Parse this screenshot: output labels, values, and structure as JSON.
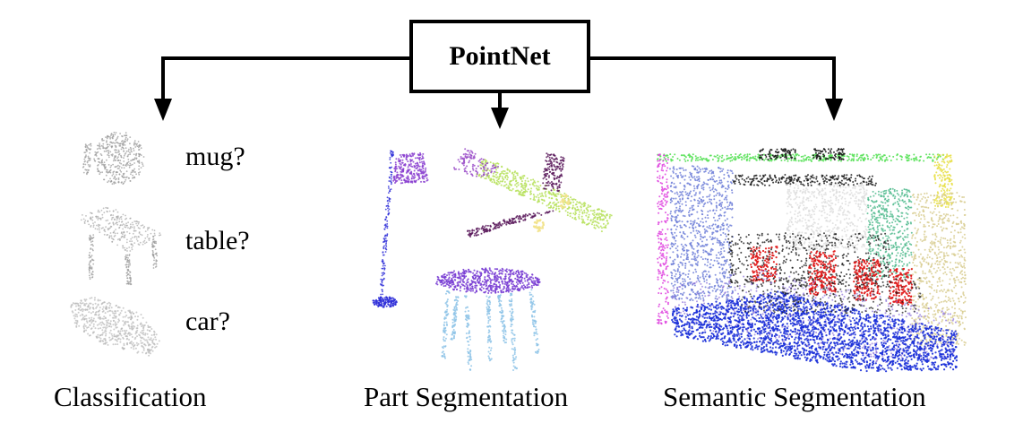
{
  "title": "PointNet",
  "tasks": [
    {
      "caption": "Classification"
    },
    {
      "caption": "Part Segmentation"
    },
    {
      "caption": "Semantic Segmentation"
    }
  ],
  "classification_guesses": [
    "mug?",
    "table?",
    "car?"
  ],
  "colors": {
    "gray": "#9a9a9a",
    "lamp_purple": "#8a3fd0",
    "lamp_blue": "#2f2fd8",
    "plane_green": "#b6e05a",
    "plane_dark": "#5a1a5c",
    "plane_yellow": "#f2e28a",
    "table_top": "#7a3fd4",
    "table_legs": "#8fc4e8",
    "scene_green": "#5fe35f",
    "scene_yellow": "#e8e04a",
    "scene_magenta": "#e04ae0",
    "scene_blue_wall": "#7080d8",
    "scene_floor": "#1a2fd8",
    "scene_red": "#e01a1a",
    "scene_black": "#1a1a1a",
    "scene_white": "#dcdcdc",
    "scene_khaki": "#d8cc90",
    "scene_teal": "#4ab88a"
  }
}
